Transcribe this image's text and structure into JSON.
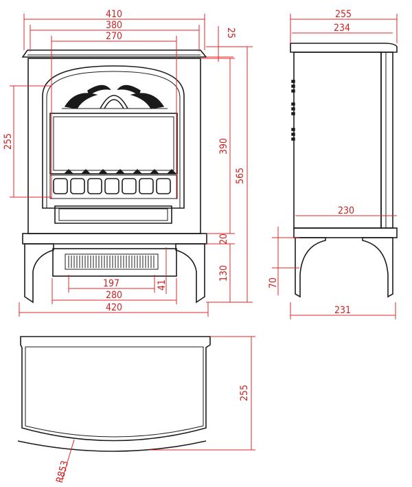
{
  "front_view": {
    "width_410": "410",
    "width_380": "380",
    "width_270": "270",
    "top_25": "25",
    "height_255": "255",
    "height_390": "390",
    "height_565": "565",
    "height_20": "20",
    "height_130": "130",
    "width_197": "197",
    "height_41": "41",
    "width_280": "280",
    "width_420": "420"
  },
  "side_view": {
    "width_255": "255",
    "width_234": "234",
    "width_230": "230",
    "height_70": "70",
    "width_231": "231"
  },
  "top_view": {
    "depth_255": "255",
    "radius_r853": "R853"
  },
  "colors": {
    "dimension": "#e0242a",
    "outline": "#1a1a1a"
  }
}
